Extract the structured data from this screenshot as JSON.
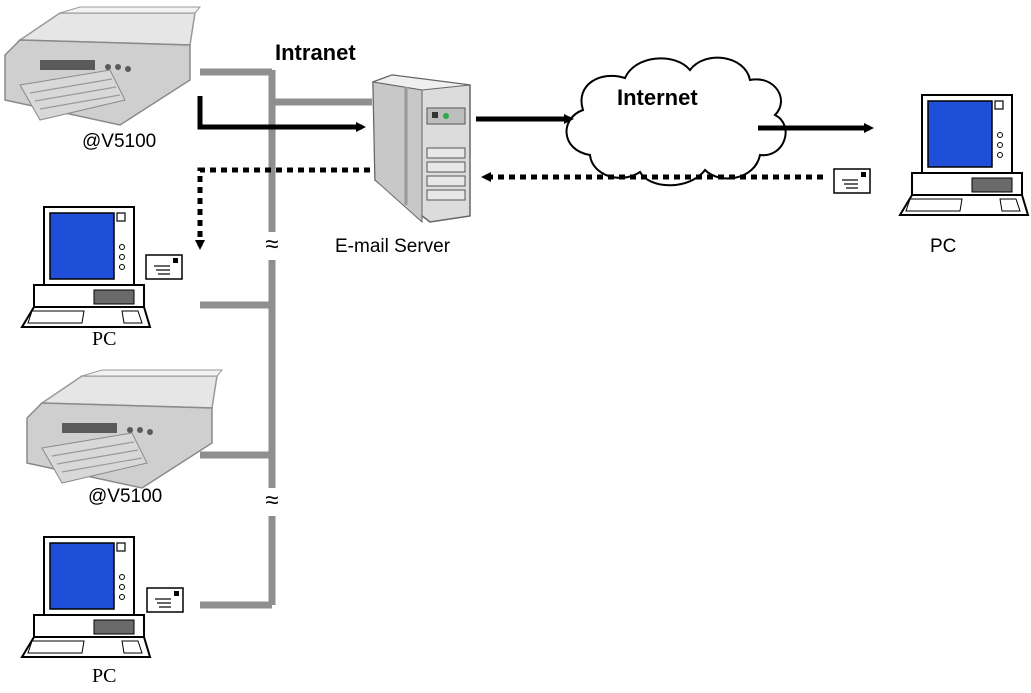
{
  "labels": {
    "intranet": "Intranet",
    "internet": "Internet",
    "email_server": "E-mail Server",
    "scanner_top": "@V5100",
    "scanner_bottom": "@V5100",
    "pc_left_top": "PC",
    "pc_left_bottom": "PC",
    "pc_right": "PC",
    "break_mark_top": "≈",
    "break_mark_bottom": "≈"
  },
  "colors": {
    "bus": "#8f8f8f",
    "arrow": "#000000",
    "monitor_screen": "#1f4fd8",
    "device_body": "#ffffff",
    "server_body": "#dcdcdc",
    "scanner_body": "#cfcfcf"
  },
  "icons": {
    "scanner": "scanner-icon",
    "pc": "pc-icon",
    "server": "server-icon",
    "cloud": "cloud-icon",
    "envelope": "envelope-icon"
  }
}
